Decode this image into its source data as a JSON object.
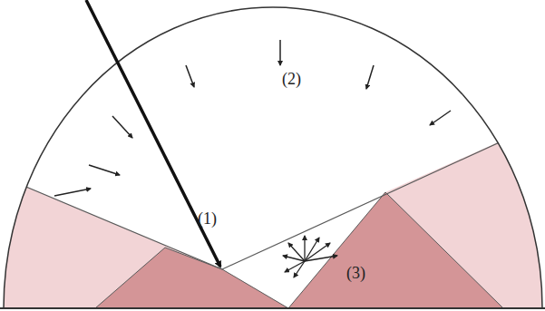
{
  "diagram": {
    "labels": [
      "(1)",
      "(2)",
      "(3)"
    ]
  }
}
